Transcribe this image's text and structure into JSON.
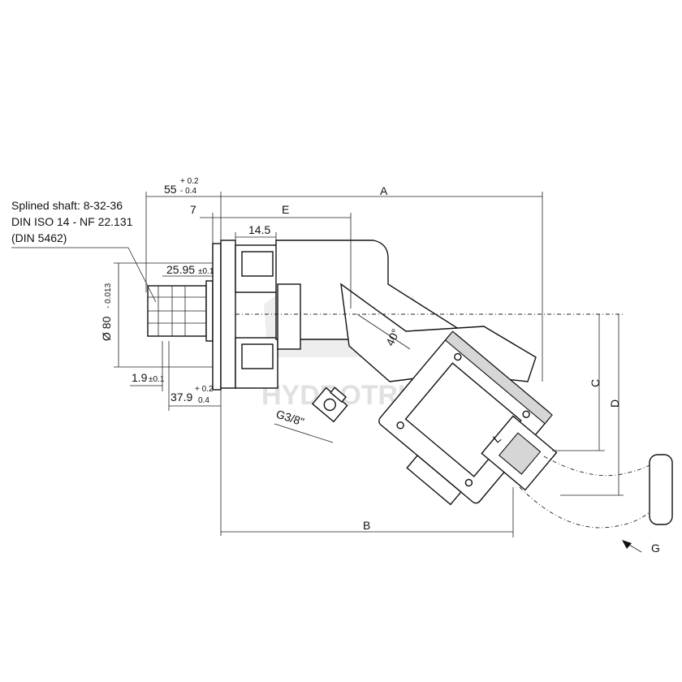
{
  "note": {
    "line1": "Splined shaft: 8-32-36",
    "line2": "DIN ISO 14 - NF 22.131",
    "line3": "(DIN 5462)"
  },
  "dimensions": {
    "d55": {
      "value": "55",
      "tol_upper": "+ 0.2",
      "tol_lower": "- 0.4"
    },
    "d7": "7",
    "dE": "E",
    "d14_5": "14.5",
    "dA": "A",
    "d25_95": {
      "value": "25.95",
      "tol": "±0.1"
    },
    "d80": {
      "value": "Ø 80",
      "tol": "- 0.013"
    },
    "d1_9": {
      "value": "1.9",
      "tol": "±0.1"
    },
    "d37_9": {
      "value": "37.9",
      "tol_upper": "+ 0.2",
      "tol_lower": "0.4"
    },
    "angle": "40°",
    "port": "G3/8\"",
    "dB": "B",
    "dC": "C",
    "dD": "D",
    "dG": "G",
    "dL": "L"
  },
  "watermark": "HYDROTRUCK"
}
